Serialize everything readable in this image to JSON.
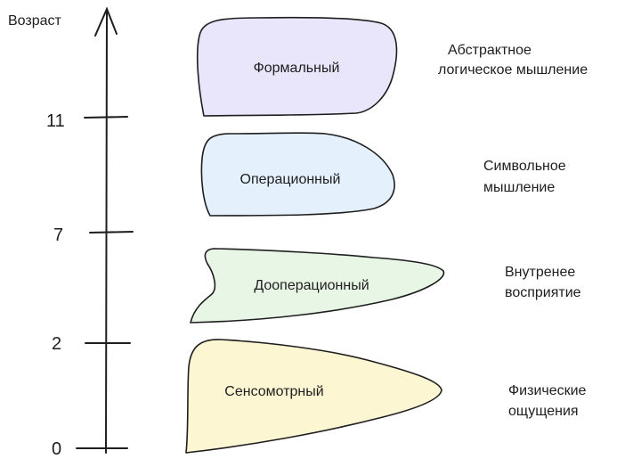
{
  "axis": {
    "title": "Возраст",
    "ticks": [
      "11",
      "7",
      "2",
      "0"
    ]
  },
  "stages": [
    {
      "name": "Формальный",
      "description": [
        "Абстрактное",
        "логическое мышление"
      ],
      "color": "#e9e6fb"
    },
    {
      "name": "Операционный",
      "description": [
        "Символьное",
        "мышление"
      ],
      "color": "#e4f1fc"
    },
    {
      "name": "Дооперационный",
      "description": [
        "Внутренее",
        "восприятие"
      ],
      "color": "#e8f6e5"
    },
    {
      "name": "Сенсомотрный",
      "description": [
        "Физические",
        "ощущения"
      ],
      "color": "#fcf6d2"
    }
  ],
  "colors": {
    "stroke": "#1e1e1e",
    "background": "#ffffff"
  }
}
